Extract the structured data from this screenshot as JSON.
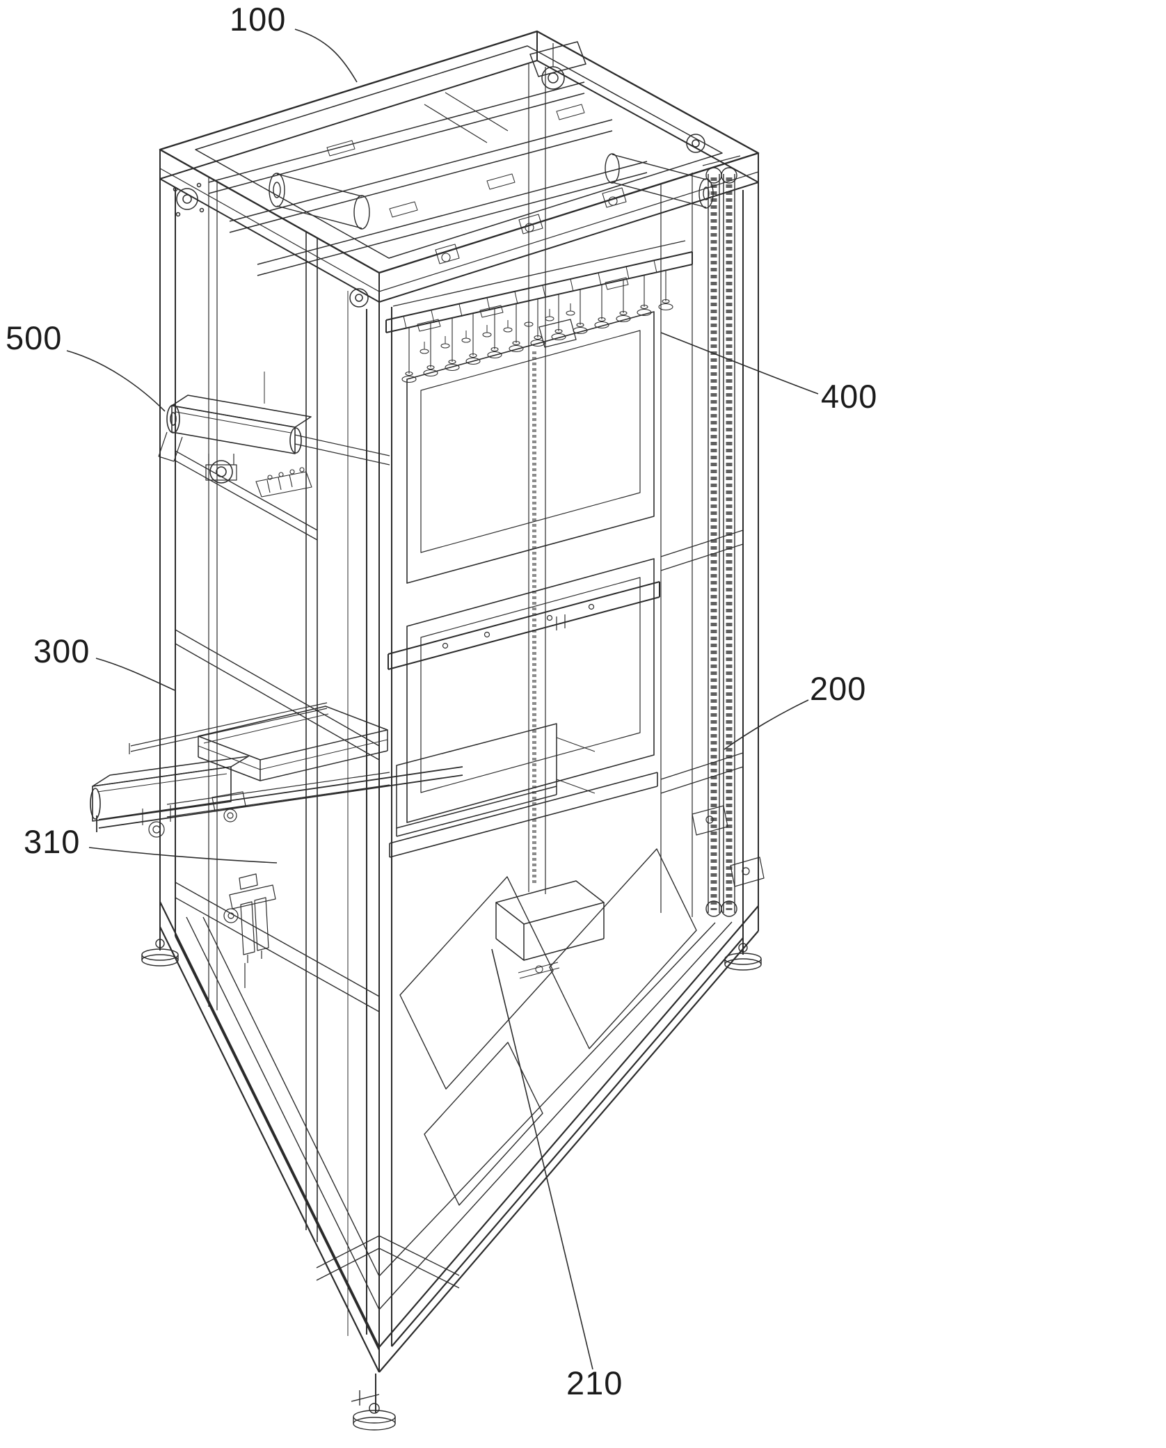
{
  "figure": {
    "background_color": "#ffffff",
    "line_color": "#2b2b2b",
    "label_color": "#1b1b1b",
    "labels": [
      {
        "text": "100"
      },
      {
        "text": "500"
      },
      {
        "text": "400"
      },
      {
        "text": "300"
      },
      {
        "text": "200"
      },
      {
        "text": "310"
      },
      {
        "text": "210"
      }
    ]
  }
}
